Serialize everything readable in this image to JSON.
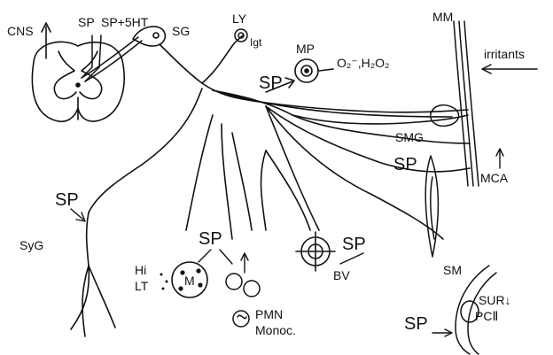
{
  "labels": {
    "cns": "CNS",
    "sp_top": "SP",
    "sp_5ht": "SP+5HT",
    "sg": "SG",
    "ly": "LY",
    "igt": "Igt",
    "mp": "MP",
    "o2h2o2": "O₂⁻,H₂O₂",
    "sp_mid": "SP",
    "mm": "MM",
    "irritants": "irritants",
    "smg": "SMG",
    "sp_smg": "SP",
    "mca": "MCA",
    "sp_left": "SP",
    "syg": "SyG",
    "sp_lower": "SP",
    "hi": "Hi",
    "lt": "LT",
    "m": "M",
    "sp_bv": "SP",
    "bv": "BV",
    "sm": "SM",
    "sur": "SUR↓",
    "pc": "PCⅡ",
    "sp_bottom": "SP",
    "pmn": "PMN",
    "monoc": "Monoc."
  }
}
